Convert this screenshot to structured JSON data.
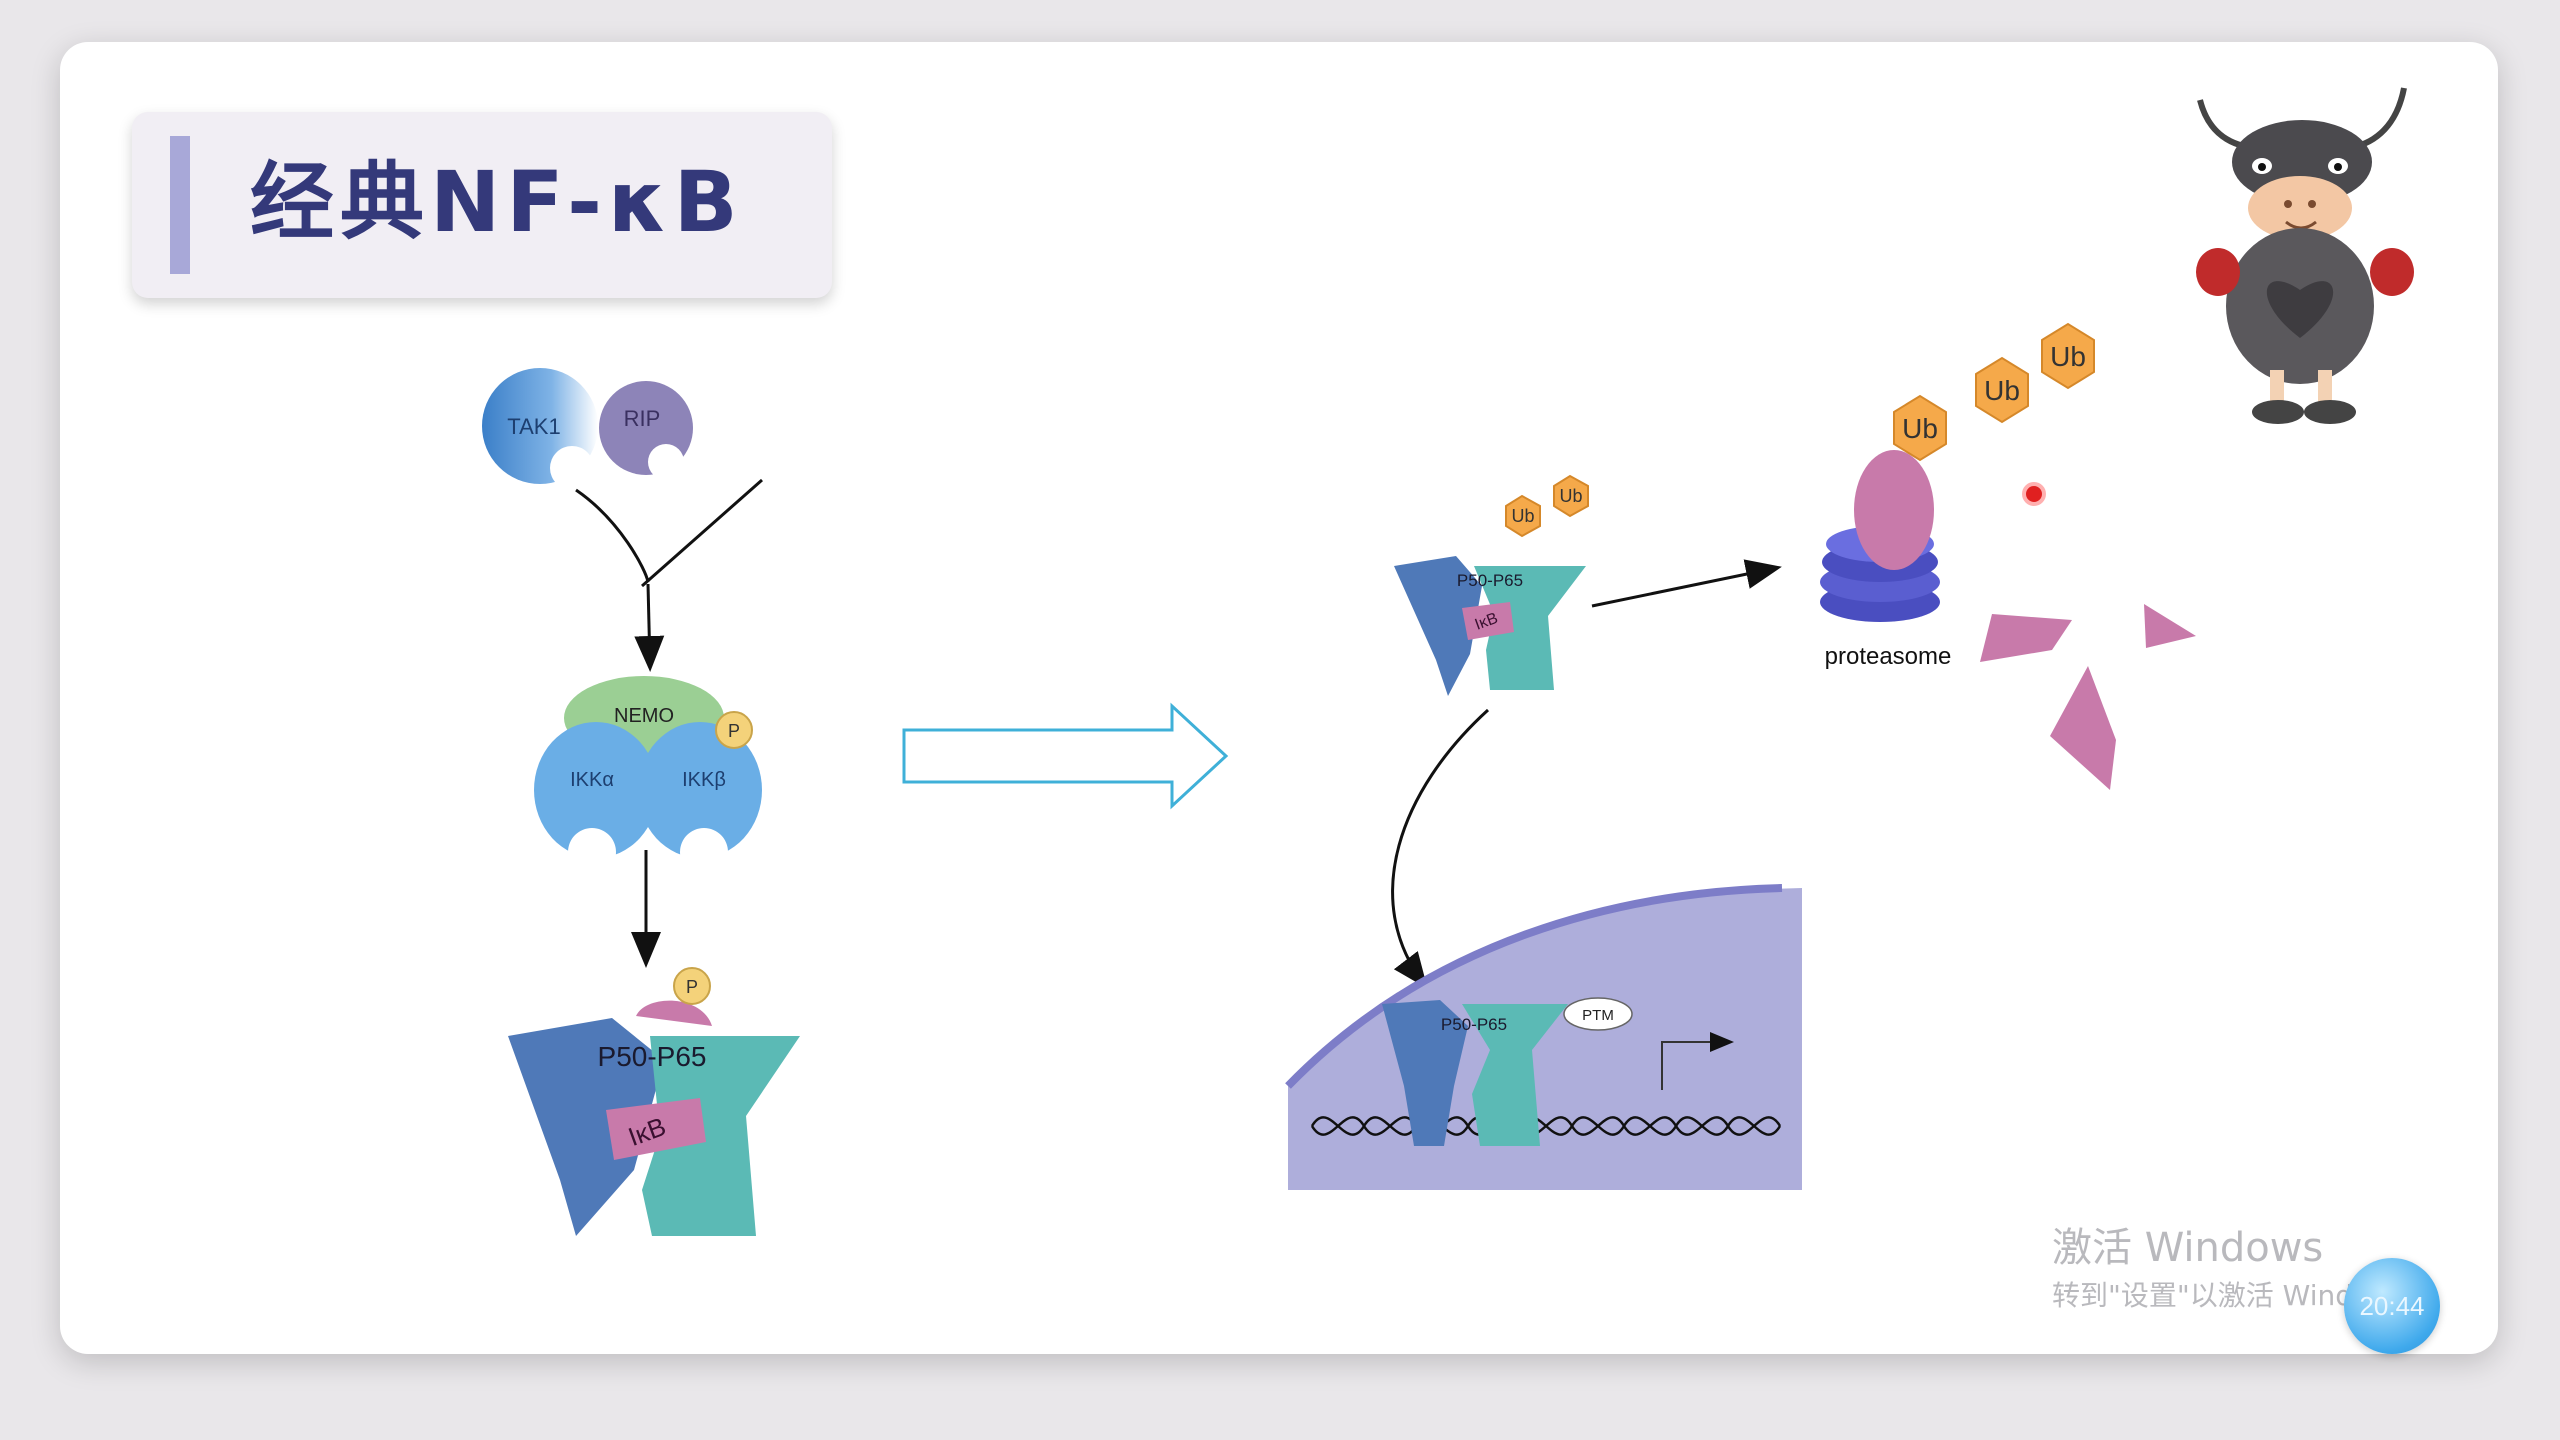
{
  "title": "经典NF-κB",
  "left_pathway": {
    "tak1": "TAK1",
    "rip": "RIP",
    "nemo": "NEMO",
    "ikk_alpha": "IKKα",
    "ikk_beta": "IKKβ",
    "phospho_ikk": "P",
    "phospho_complex": "P",
    "complex": "P50-P65",
    "ikb": "IκB"
  },
  "right_pathway": {
    "ub_small_1": "Ub",
    "ub_small_2": "Ub",
    "complex": "P50-P65",
    "ikb": "IκB",
    "ub_1": "Ub",
    "ub_2": "Ub",
    "ub_3": "Ub",
    "proteasome": "proteasome",
    "nuclear_complex": "P50-P65",
    "ptm": "PTM"
  },
  "watermark": {
    "title": "激活 Windows",
    "subtitle": "转到\"设置\"以激活 Windows。"
  },
  "timer": "20:44",
  "colors": {
    "title_text": "#34397a",
    "title_accent": "#a8a8d8",
    "arrow_outline": "#3fb0d8",
    "ub_orange": "#f5a94a",
    "p50_blue": "#4f79b8",
    "p65_teal": "#5bbab5",
    "ikb_pink": "#c87aaa",
    "nemo_green": "#9bcf94",
    "ikk_blue": "#6aaee6",
    "nucleus": "#aeaedb"
  }
}
